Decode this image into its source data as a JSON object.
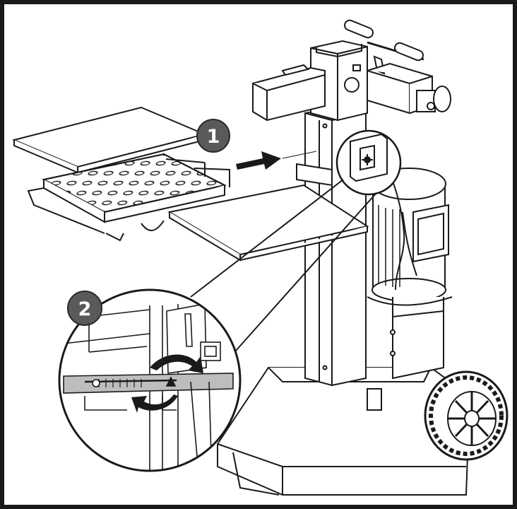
{
  "figure": {
    "callouts": [
      {
        "id": "callout-1",
        "label": "1"
      },
      {
        "id": "callout-2",
        "label": "2"
      }
    ],
    "colors": {
      "line": "#1a1a1a",
      "badge": "#5a5a5a",
      "highlight": "#bdbdbd",
      "shade": "#d9d9d9"
    }
  }
}
